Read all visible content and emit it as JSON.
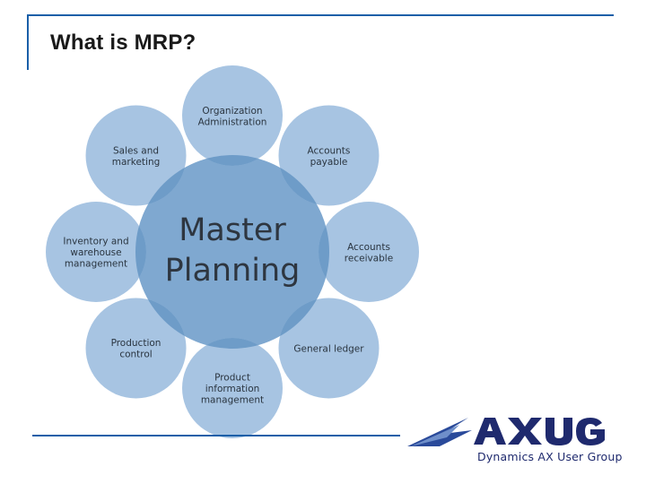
{
  "slide": {
    "title": "What is MRP?"
  },
  "diagram": {
    "center": {
      "line1": "Master",
      "line2": "Planning"
    },
    "nodes": [
      {
        "lines": [
          "Organization",
          "Administration"
        ]
      },
      {
        "lines": [
          "Accounts",
          "payable"
        ]
      },
      {
        "lines": [
          "Accounts",
          "receivable"
        ]
      },
      {
        "lines": [
          "General ledger"
        ]
      },
      {
        "lines": [
          "Product",
          "information",
          "management"
        ]
      },
      {
        "lines": [
          "Production",
          "control"
        ]
      },
      {
        "lines": [
          "Inventory and",
          "warehouse",
          "management"
        ]
      },
      {
        "lines": [
          "Sales and",
          "marketing"
        ]
      }
    ],
    "colors": {
      "center": "#7fa8d0",
      "outer": "#a7c4e2",
      "overlap": "#6e9cc8",
      "rule": "#1a5fa8"
    }
  },
  "logo": {
    "wordmark": "AXUG",
    "tagline": "Dynamics AX User Group",
    "colors": {
      "wordmark": "#1f2a6e",
      "swoosh": "#2a4a9a"
    }
  }
}
